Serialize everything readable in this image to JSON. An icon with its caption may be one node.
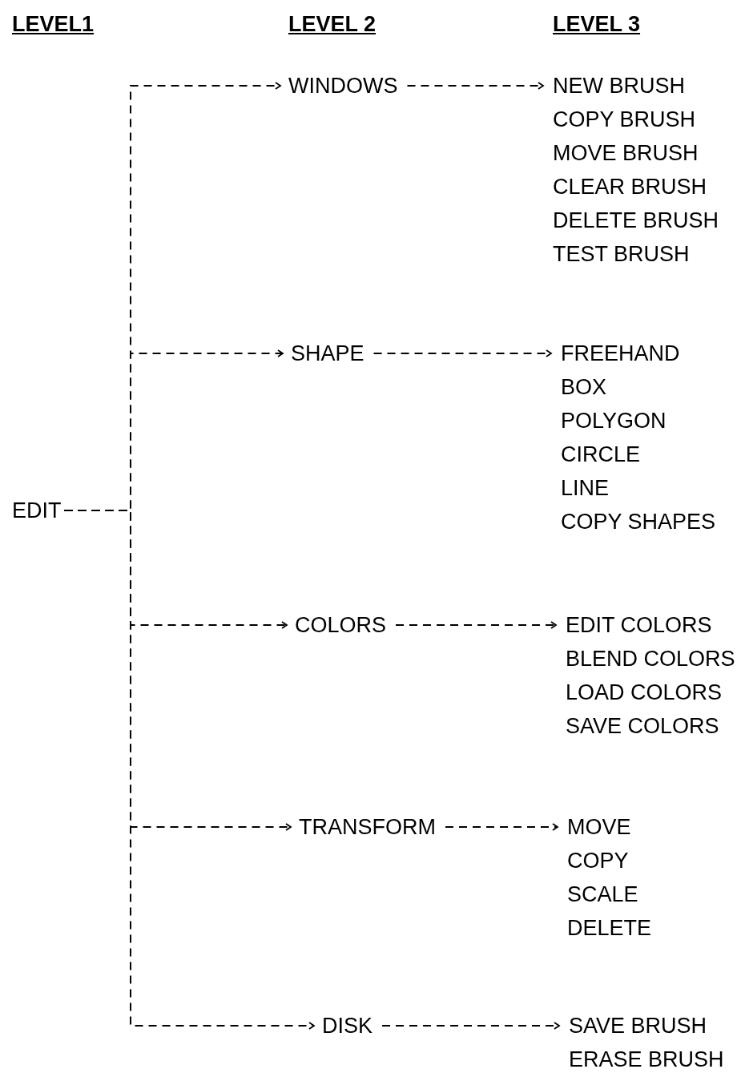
{
  "diagram": {
    "nodes": [
      {
        "text": [
          "EDIT"
        ]
      },
      {
        "text": [
          "WINDOWS"
        ]
      },
      {
        "text": [
          "SHAPE"
        ]
      },
      {
        "text": [
          "COLORS"
        ]
      },
      {
        "text": [
          "TRANSFORM"
        ]
      },
      {
        "text": [
          "DISK"
        ]
      },
      {
        "text": [
          "NEW BRUSH",
          "COPY BRUSH",
          "MOVE BRUSH",
          "CLEAR BRUSH",
          "DELETE BRUSH",
          "TEST BRUSH"
        ]
      },
      {
        "text": [
          "FREEHAND",
          "BOX",
          "POLYGON",
          "CIRCLE",
          "LINE",
          "COPY SHAPES"
        ]
      },
      {
        "text": [
          "EDIT COLORS",
          "BLEND COLORS",
          "LOAD COLORS",
          "SAVE COLORS"
        ]
      },
      {
        "text": [
          "MOVE",
          "COPY",
          "SCALE",
          "DELETE"
        ]
      },
      {
        "text": [
          "SAVE BRUSH",
          "ERASE BRUSH"
        ]
      }
    ],
    "edges": [
      {
        "from": 0,
        "to": 1,
        "arrow": "to"
      },
      {
        "from": 0,
        "to": 2,
        "arrow": "to"
      },
      {
        "from": 0,
        "to": 3,
        "arrow": "to"
      },
      {
        "from": 0,
        "to": 4,
        "arrow": "to"
      },
      {
        "from": 0,
        "to": 5,
        "arrow": "to"
      },
      {
        "from": 1,
        "to": 6,
        "arrow": "to"
      },
      {
        "from": 2,
        "to": 7,
        "arrow": "to"
      },
      {
        "from": 3,
        "to": 8,
        "arrow": "to"
      },
      {
        "from": 4,
        "to": 9,
        "arrow": "to"
      },
      {
        "from": 5,
        "to": 10,
        "arrow": "to"
      }
    ],
    "labels": [
      "LEVEL1",
      "LEVEL 2",
      "LEVEL 3"
    ]
  }
}
